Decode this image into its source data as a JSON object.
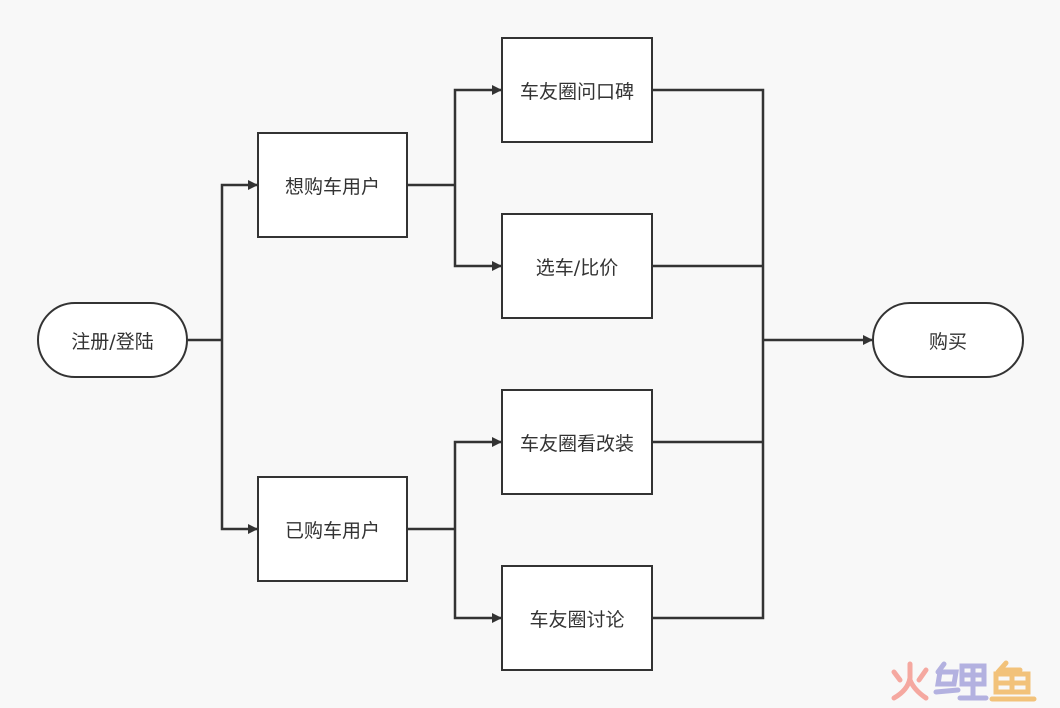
{
  "nodes": {
    "login": "注册/登陆",
    "want_buy": "想购车用户",
    "bought": "已购车用户",
    "reputation": "车友圈问口碑",
    "select_compare": "选车/比价",
    "modification": "车友圈看改装",
    "discussion": "车友圈讨论",
    "purchase": "购买"
  },
  "watermark": {
    "text": "火鲤鱼",
    "colors": [
      "#f5a8a0",
      "#b3b1e0",
      "#f2c27a"
    ]
  }
}
